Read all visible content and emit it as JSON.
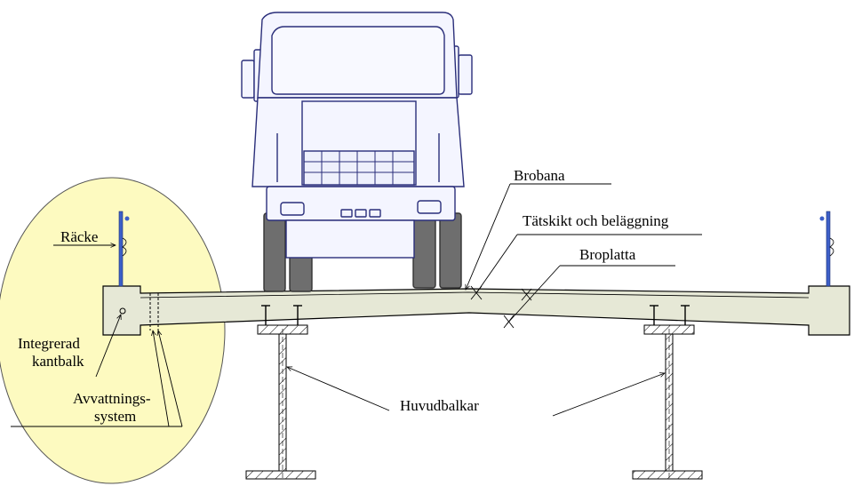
{
  "labels": {
    "racke": "Räcke",
    "integrerad": "Integrerad",
    "kantbalk": "kantbalk",
    "avvattnings": "Avvattnings-",
    "system": "system",
    "brobana": "Brobana",
    "tatskikt": "Tätskikt och beläggning",
    "broplatta": "Broplatta",
    "huvudbalkar": "Huvudbalkar"
  },
  "colors": {
    "highlight": "#FDFAC0",
    "concrete": "#E6E8D6",
    "truck_body": "#F4F5FF",
    "truck_line": "#2A2E7A",
    "tire": "#6E6E6E",
    "railing": "#3D5FC8"
  }
}
